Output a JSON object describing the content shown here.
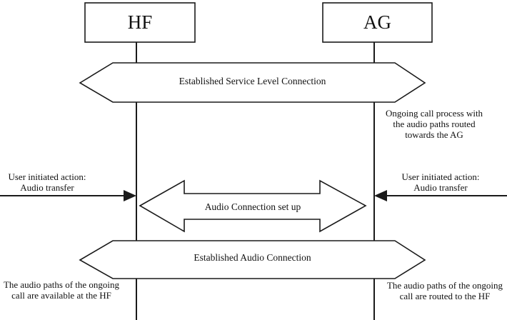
{
  "colors": {
    "background": "#ffffff",
    "line": "#1a1a1a",
    "shape_fill": "#ffffff",
    "arrowhead_fill": "#1a1a1a"
  },
  "actors": [
    {
      "label": "HF"
    },
    {
      "label": "AG"
    }
  ],
  "banners": [
    {
      "label": "Established Service Level Connection"
    },
    {
      "label": "Established Audio Connection"
    }
  ],
  "block_arrow": {
    "label": "Audio Connection set up"
  },
  "annotations": {
    "ongoing_call": "Ongoing call process with\nthe audio paths routed\ntowards the AG",
    "left_user_action": "User initiated action:\nAudio transfer",
    "right_user_action": "User initiated action:\nAudio transfer",
    "bottom_left": "The audio paths of the ongoing\ncall are available at the HF",
    "bottom_right": "The audio paths of the ongoing\ncall are routed to the HF"
  }
}
